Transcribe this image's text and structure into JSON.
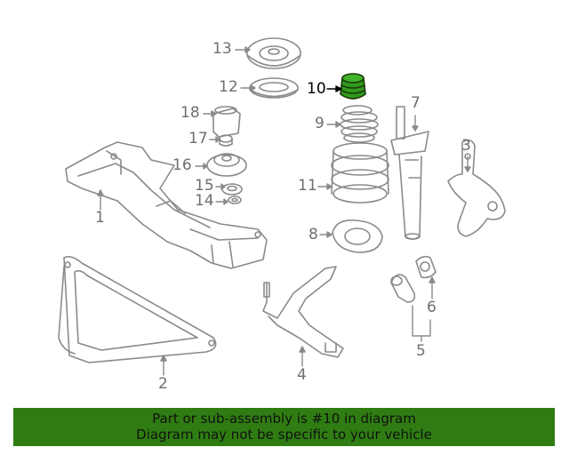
{
  "diagram": {
    "highlight_color": "#2f9a1c",
    "labels": {
      "n1": "1",
      "n2": "2",
      "n3": "3",
      "n4": "4",
      "n5": "5",
      "n6": "6",
      "n7": "7",
      "n8": "8",
      "n9": "9",
      "n10": "10",
      "n11": "11",
      "n12": "12",
      "n13": "13",
      "n14": "14",
      "n15": "15",
      "n16": "16",
      "n17": "17",
      "n18": "18"
    }
  },
  "banner": {
    "line1": "Part or sub-assembly is #10 in diagram",
    "line2": "Diagram may not be specific to your vehicle",
    "color": "#2f7d12"
  }
}
